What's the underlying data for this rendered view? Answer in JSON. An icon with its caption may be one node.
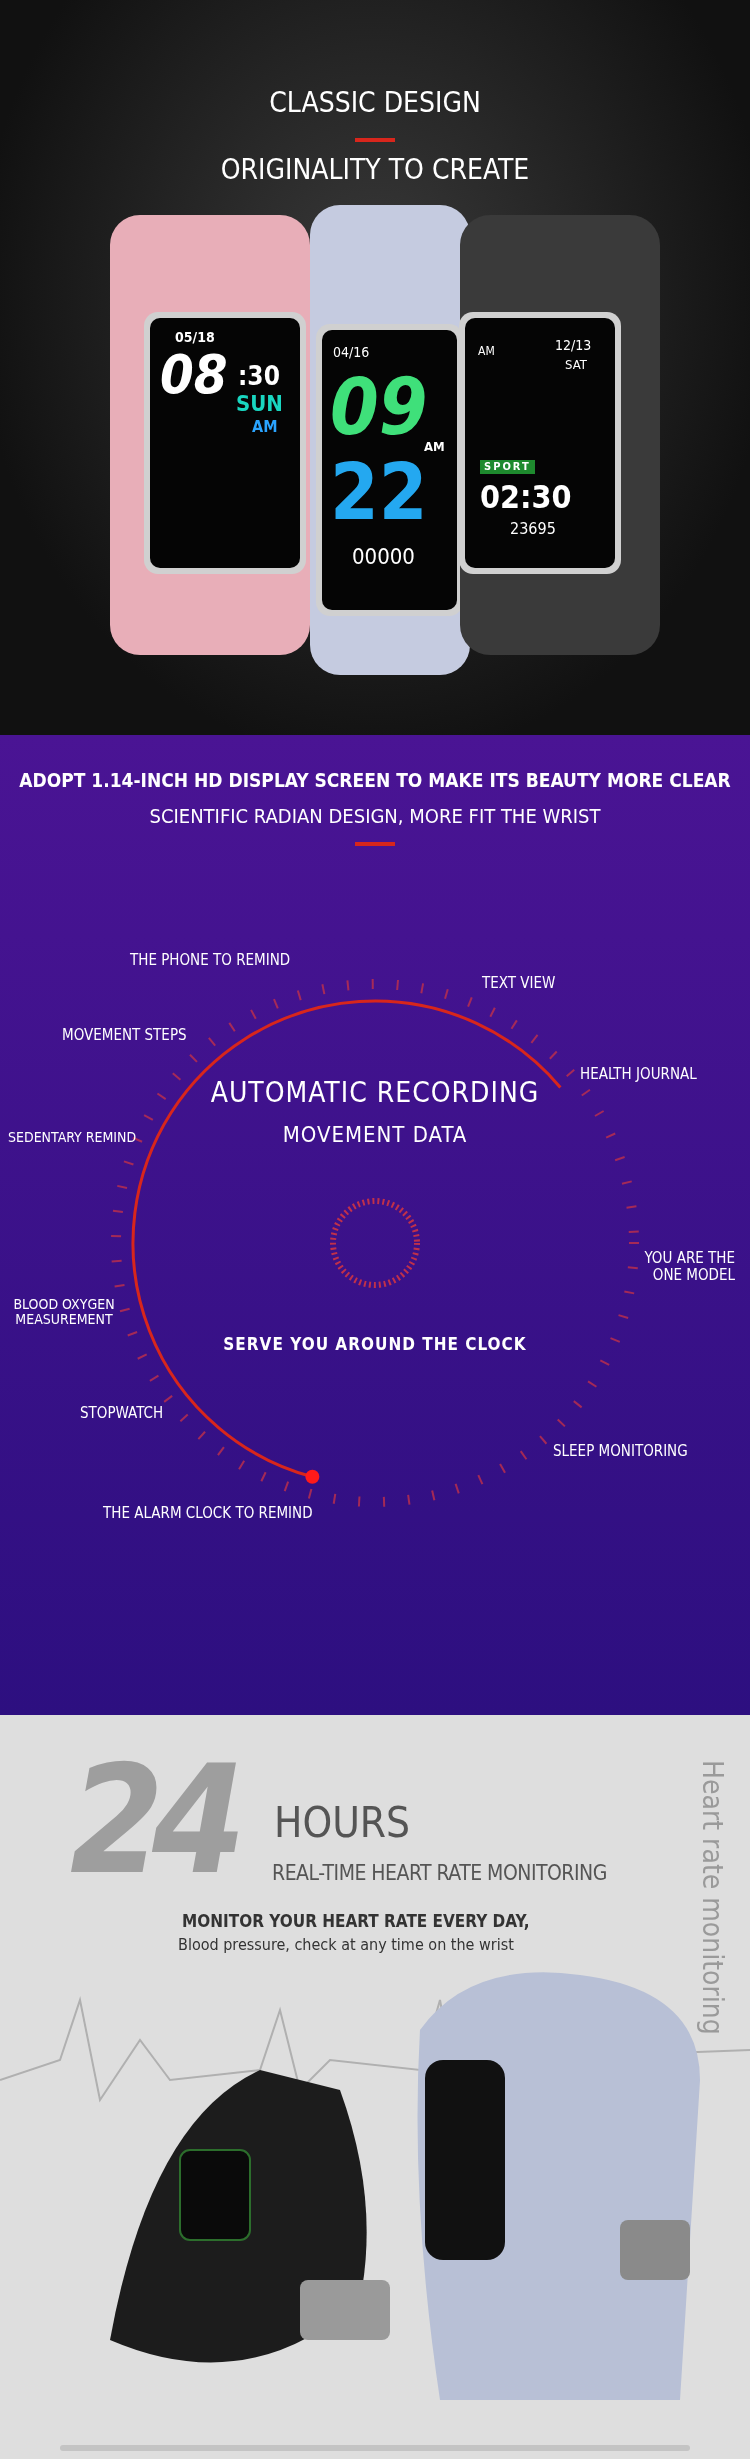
{
  "diagram": {
    "labels": [
      "CLASSIC DESIGN",
      "ORIGINALITY TO CREATE",
      "05/18",
      "08",
      ":30",
      "SUN",
      "AM",
      "04/16",
      "09",
      "AM",
      "22",
      "00000",
      "AM",
      "12/13",
      "SAT",
      "SPORT",
      "02:30",
      "23695",
      "ADOPT 1.14-INCH HD DISPLAY SCREEN TO MAKE ITS BEAUTY MORE CLEAR",
      "SCIENTIFIC RADIAN DESIGN, MORE FIT THE WRIST",
      "THE PHONE TO REMIND",
      "TEXT VIEW",
      "MOVEMENT STEPS",
      "HEALTH JOURNAL",
      "AUTOMATIC RECORDING",
      "MOVEMENT DATA",
      "SEDENTARY REMIND",
      "YOU ARE THE ONE MODEL",
      "BLOOD OXYGEN MEASUREMENT",
      "SERVE YOU AROUND THE CLOCK",
      "STOPWATCH",
      "SLEEP MONITORING",
      "THE ALARM CLOCK TO REMIND",
      "24",
      "HOURS",
      "REAL-TIME HEART RATE MONITORING",
      "MONITOR YOUR HEART RATE EVERY DAY,",
      "Blood pressure, check at any time on the wrist",
      "Heart rate monitoring"
    ]
  }
}
